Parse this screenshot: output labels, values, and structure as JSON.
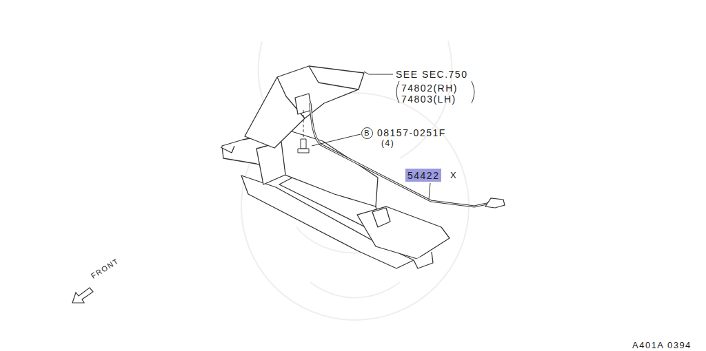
{
  "diagram": {
    "nodes": [
      {
        "text": [
          "B"
        ]
      },
      {
        "text": [
          "54422"
        ]
      }
    ],
    "labels": [
      "SEE SEC.750",
      "74802(RH)",
      "74803(LH)",
      "08157-0251F",
      "(4)",
      "X",
      "FRONT",
      "A401A 0394"
    ]
  }
}
